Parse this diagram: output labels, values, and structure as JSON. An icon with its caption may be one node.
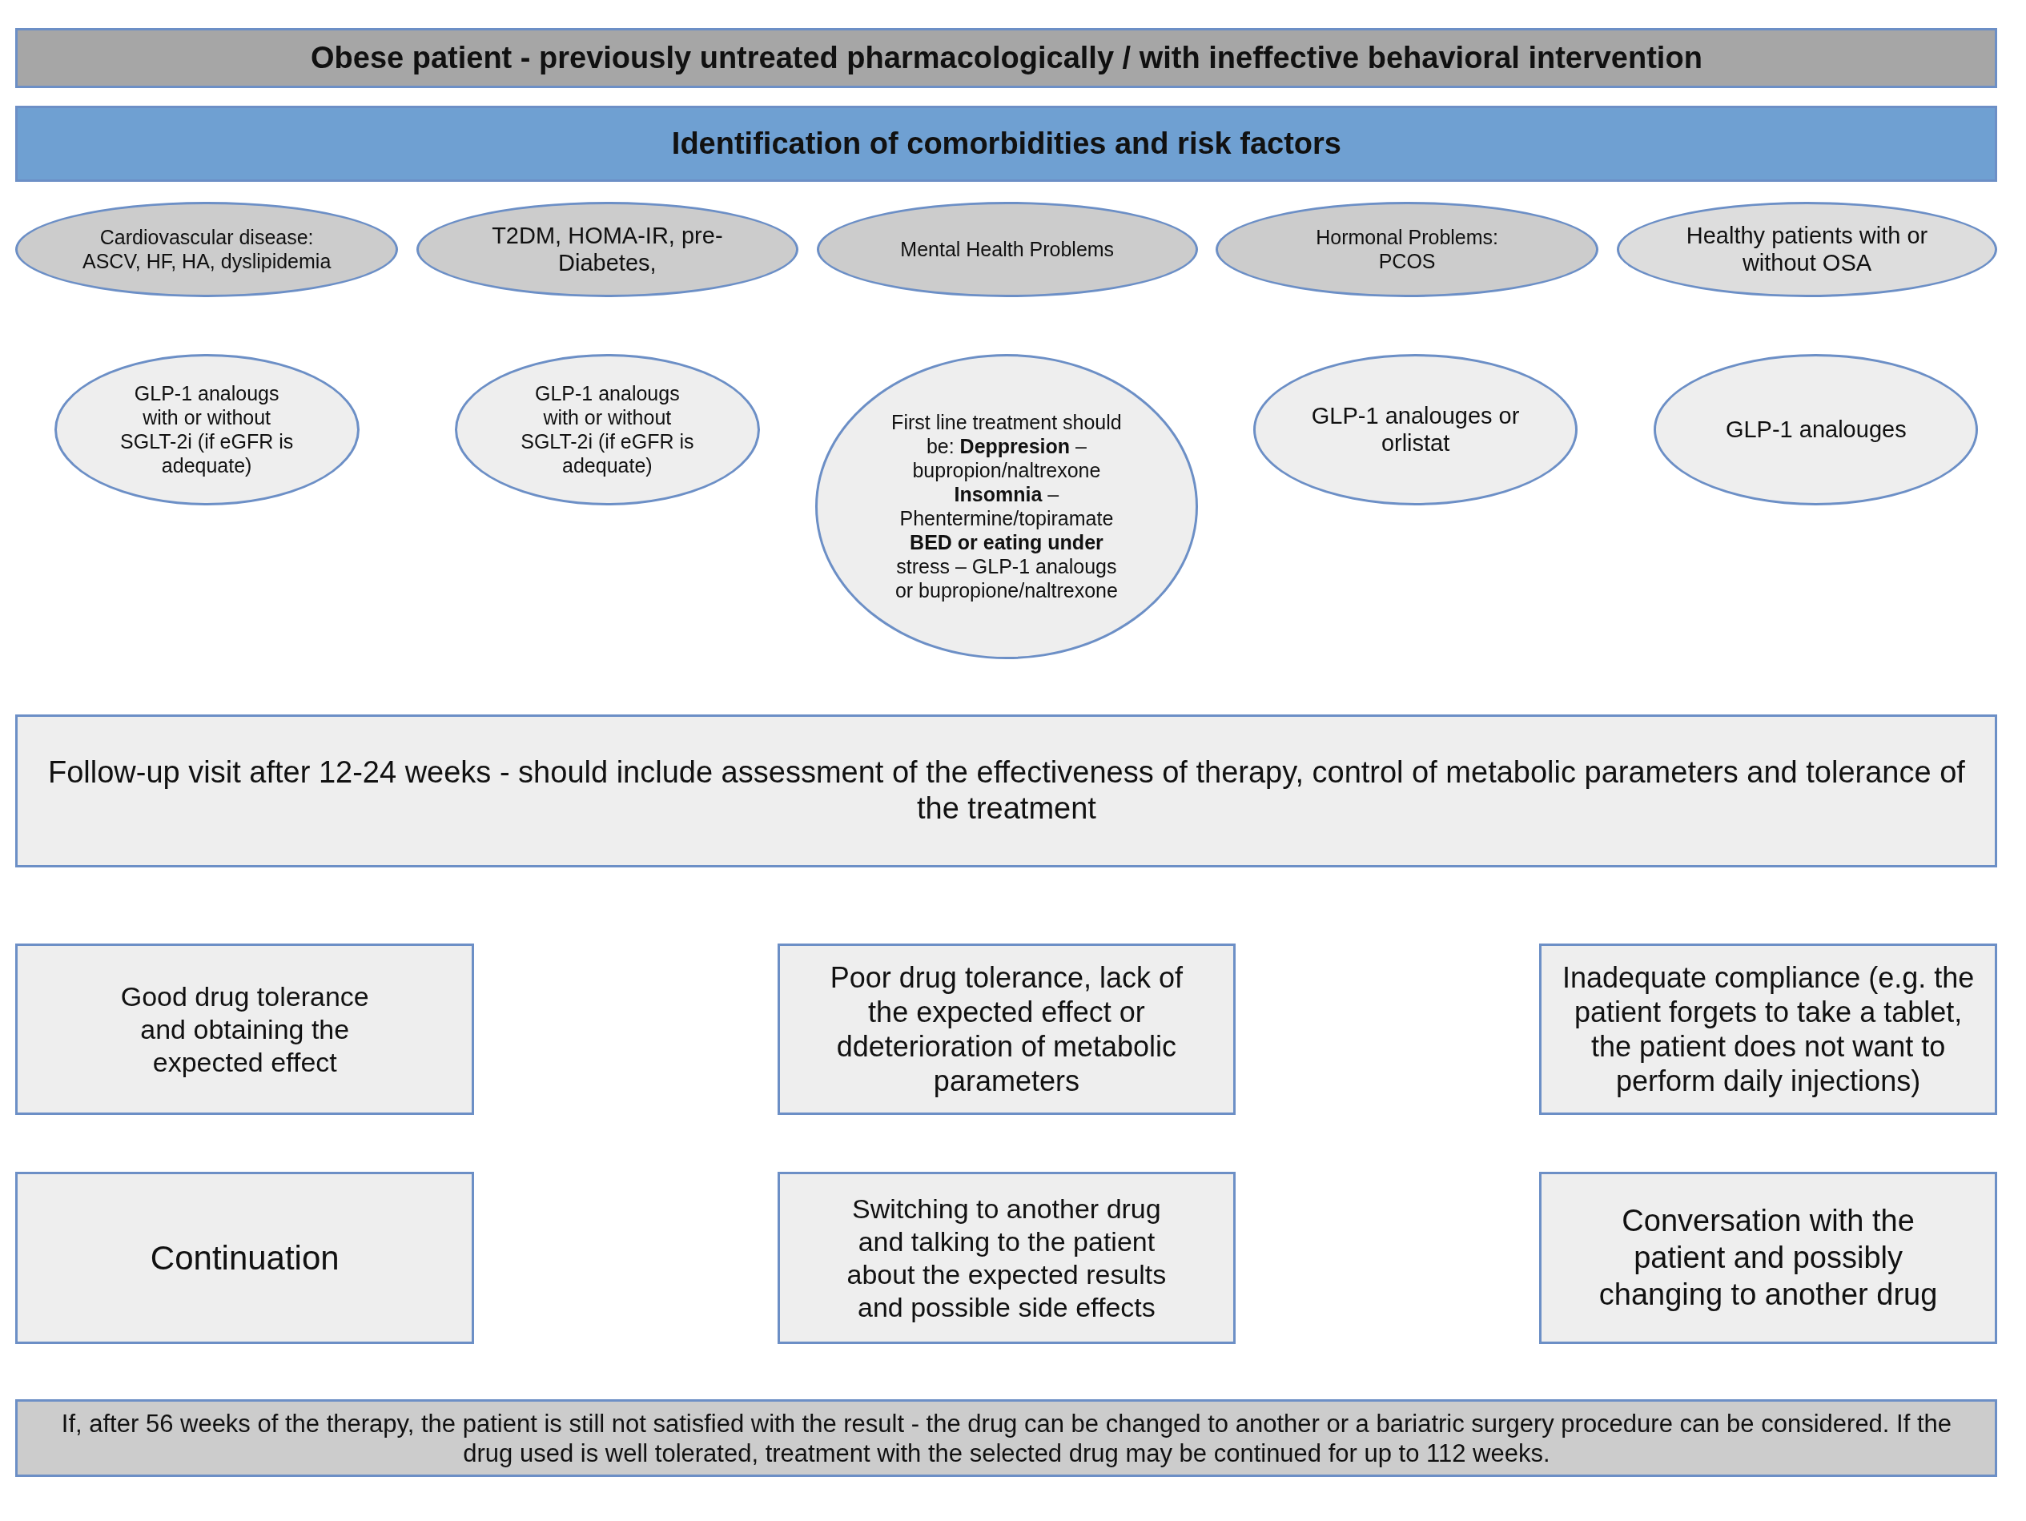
{
  "diagram": {
    "nodes": [
      {
        "text": [
          "Obese patient - previously untreated pharmacologically / with ineffective behavioral intervention"
        ]
      },
      {
        "text": [
          "Identification of comorbidities and risk factors"
        ]
      },
      {
        "text": [
          "Cardiovascular disease: ASCV, HF, HA, dyslipidemia"
        ]
      },
      {
        "text": [
          "T2DM, HOMA-IR, pre-Diabetes,"
        ]
      },
      {
        "text": [
          "Mental Health Problems"
        ]
      },
      {
        "text": [
          "Hormonal Problems: PCOS"
        ]
      },
      {
        "text": [
          "Healthy patients with or without OSA"
        ]
      },
      {
        "text": [
          "GLP-1 analougs with or without SGLT-2i (if eGFR is adequate)"
        ]
      },
      {
        "text": [
          "GLP-1 analougs with or without SGLT-2i (if eGFR is adequate)"
        ]
      },
      {
        "text": [
          "First line treatment should be: **Deppresion** – bupropion/naltrexone **Insomnia** – Phentermine/topiramate **BED or eating under** stress – GLP-1 analougs or bupropione/naltrexone"
        ]
      },
      {
        "text": [
          "GLP-1 analouges or orlistat"
        ]
      },
      {
        "text": [
          "GLP-1 analouges"
        ]
      },
      {
        "text": [
          "Follow-up visit after 12-24 weeks - should include assessment of the effectiveness of therapy, control of metabolic parameters and tolerance of the treatment"
        ]
      },
      {
        "text": [
          "Good drug tolerance and obtaining the expected effect"
        ]
      },
      {
        "text": [
          "Poor drug tolerance, lack of the expected effect or ddeterioration of metabolic parameters"
        ]
      },
      {
        "text": [
          "Inadequate compliance (e.g. the patient forgets to take a tablet, the patient does not want to perform daily injections)"
        ]
      },
      {
        "text": [
          "Continuation"
        ]
      },
      {
        "text": [
          "Switching to another drug and talking to the patient about the expected results and possible side effects"
        ]
      },
      {
        "text": [
          "Conversation with the patient and possibly changing to another drug"
        ]
      },
      {
        "text": [
          "If, after 56 weeks of the therapy, the patient is still not satisfied with the result - the drug can be changed to another or a bariatric surgery procedure can be considered. If the drug used is well tolerated, treatment with the selected drug may be continued for up to 112 weeks."
        ]
      }
    ]
  }
}
